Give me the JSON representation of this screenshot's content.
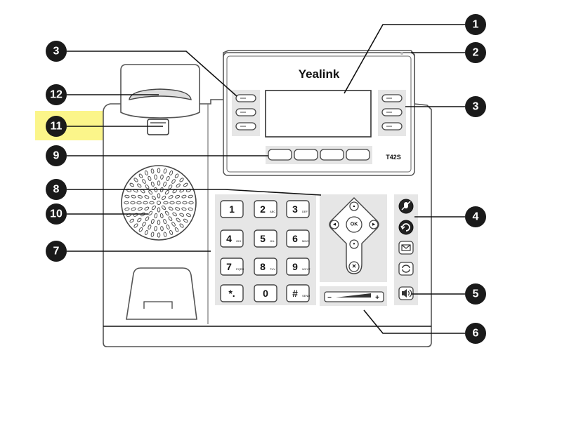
{
  "brand": "Yealink",
  "model": "T42S",
  "highlight_color": "#fbf58a",
  "keypad": [
    {
      "main": "1",
      "sub": ""
    },
    {
      "main": "2",
      "sub": "ABC"
    },
    {
      "main": "3",
      "sub": "DEF"
    },
    {
      "main": "4",
      "sub": "GHI"
    },
    {
      "main": "5",
      "sub": "JKL"
    },
    {
      "main": "6",
      "sub": "MNO"
    },
    {
      "main": "7",
      "sub": "PQRS"
    },
    {
      "main": "8",
      "sub": "TUV"
    },
    {
      "main": "9",
      "sub": "WXYZ"
    },
    {
      "main": "*.",
      "sub": ""
    },
    {
      "main": "0",
      "sub": ""
    },
    {
      "main": "#",
      "sub": "SEND"
    }
  ],
  "nav": {
    "ok": "OK",
    "up": "▲",
    "down": "▼",
    "left": "◀",
    "right": "▶",
    "cancel": "×"
  },
  "volume": {
    "minus": "−",
    "plus": "+"
  },
  "callouts": [
    {
      "label": "1"
    },
    {
      "label": "2"
    },
    {
      "label": "3"
    },
    {
      "label": "3"
    },
    {
      "label": "4"
    },
    {
      "label": "5"
    },
    {
      "label": "6"
    },
    {
      "label": "7"
    },
    {
      "label": "8"
    },
    {
      "label": "9"
    },
    {
      "label": "10"
    },
    {
      "label": "11"
    },
    {
      "label": "12"
    }
  ]
}
